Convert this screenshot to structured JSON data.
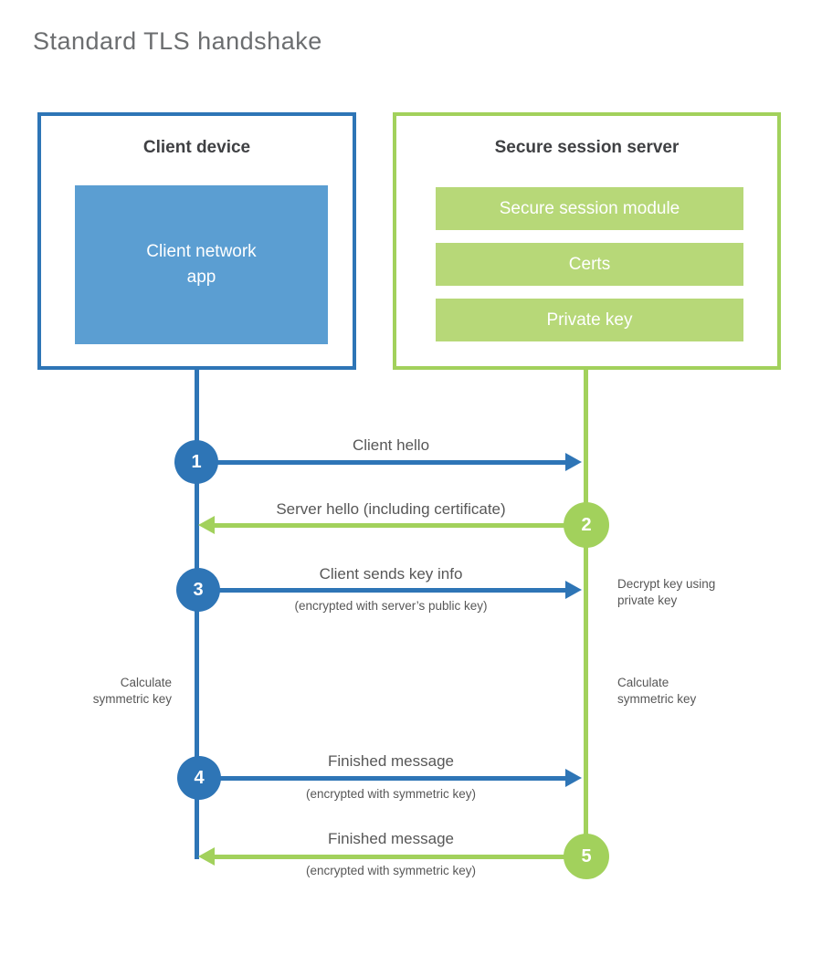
{
  "title": "Standard TLS handshake",
  "client": {
    "title": "Client device",
    "app": "Client network\napp"
  },
  "server": {
    "title": "Secure session server",
    "modules": [
      "Secure session module",
      "Certs",
      "Private key"
    ]
  },
  "messages": [
    {
      "step": "1",
      "label": "Client hello",
      "sub": "",
      "direction": "client-to-server"
    },
    {
      "step": "2",
      "label": "Server hello (including certificate)",
      "sub": "",
      "direction": "server-to-client"
    },
    {
      "step": "3",
      "label": "Client sends key info",
      "sub": "(encrypted with server’s public key)",
      "direction": "client-to-server"
    },
    {
      "step": "4",
      "label": "Finished message",
      "sub": "(encrypted with symmetric key)",
      "direction": "client-to-server"
    },
    {
      "step": "5",
      "label": "Finished message",
      "sub": "(encrypted with symmetric key)",
      "direction": "server-to-client"
    }
  ],
  "annotations": {
    "decrypt_key": "Decrypt key using\nprivate key",
    "calculate_left": "Calculate\nsymmetric key",
    "calculate_right": "Calculate\nsymmetric key"
  },
  "colors": {
    "client_blue": "#2e75b6",
    "client_fill_blue": "#5b9ed2",
    "server_green": "#a2d15c",
    "server_fill_green": "#b7d878",
    "text_gray": "#575757",
    "title_gray": "#6c6e70"
  }
}
